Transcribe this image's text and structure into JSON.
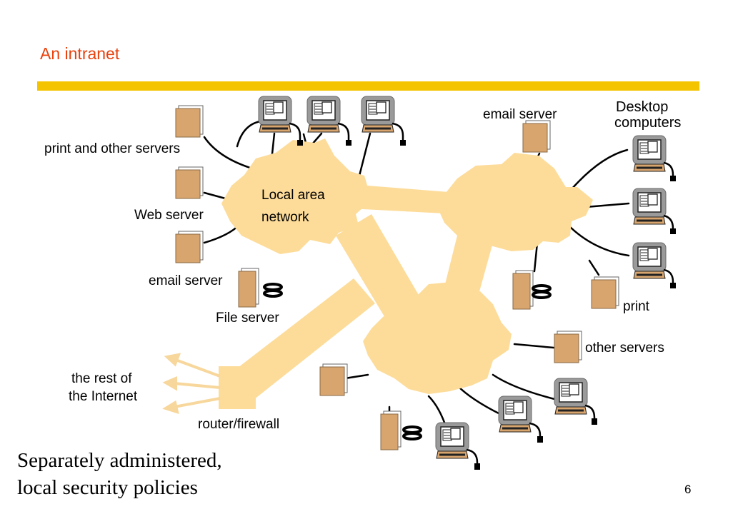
{
  "slide": {
    "title": "An intranet",
    "page_number": "6",
    "caption_line1": "Separately administered,",
    "caption_line2": "local security policies"
  },
  "labels": {
    "print_and_other_servers": "print and other servers",
    "web_server": "Web server",
    "email_server_left": "email server",
    "file_server": "File server",
    "lan_line1": "Local area",
    "lan_line2": "network",
    "email_server_top": "email server",
    "desktop_line1": "Desktop",
    "desktop_line2": "computers",
    "print": "print",
    "other_servers": "other servers",
    "internet_line1": "the rest of",
    "internet_line2": "the Internet",
    "router": "router/firewall"
  },
  "colors": {
    "title": "#e8420e",
    "accent_bar": "#f4c400",
    "network_fill": "#fddc9a",
    "server_fill": "#d8a56e",
    "computer_frame": "#9a9a9a"
  },
  "icons": {
    "server": "server-box-icon",
    "computer": "desktop-computer-icon",
    "disk": "disk-stack-icon",
    "router": "router-box-icon"
  }
}
